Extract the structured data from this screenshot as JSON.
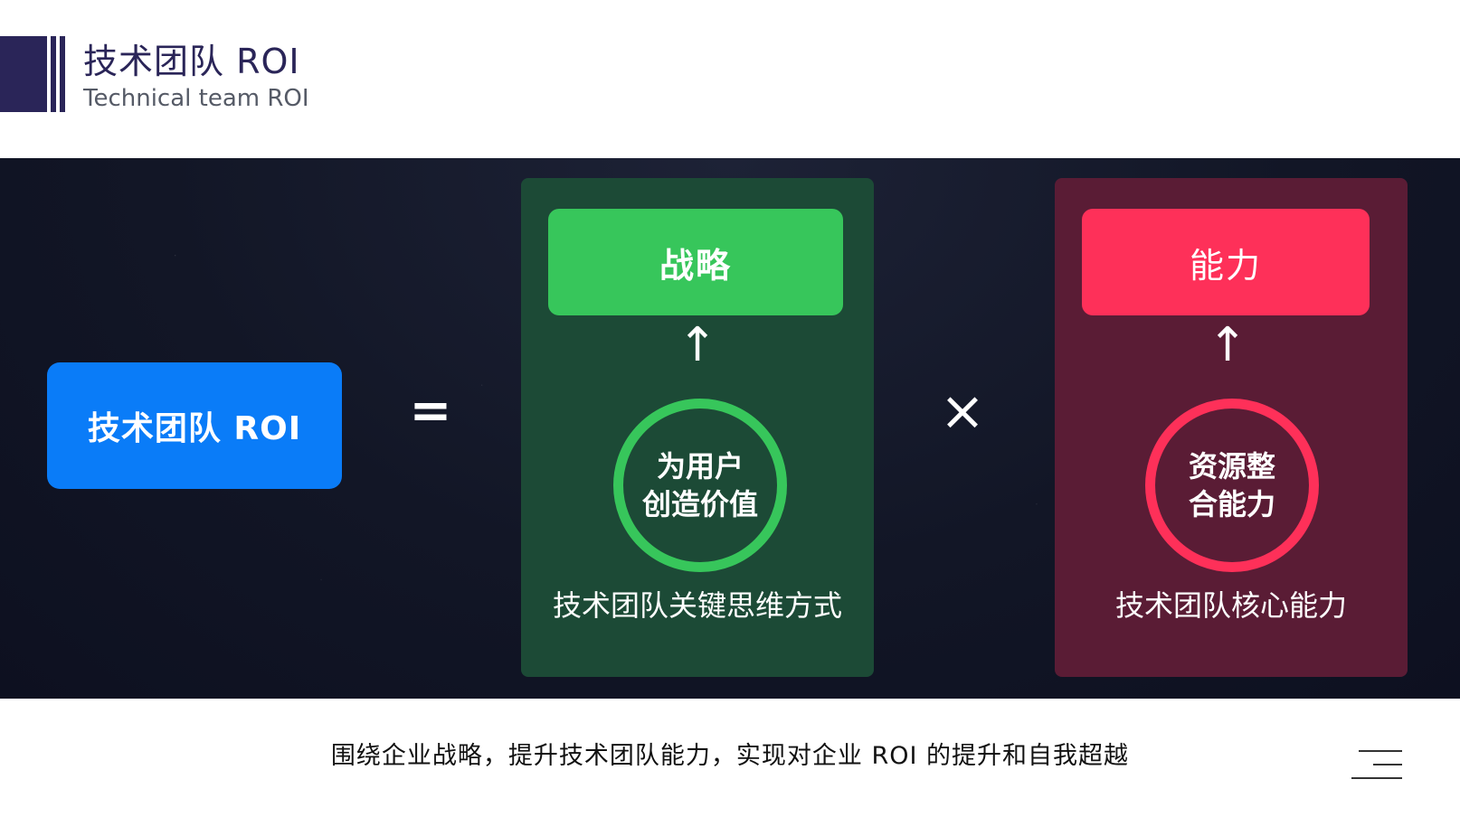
{
  "header": {
    "title": "技术团队 ROI",
    "subtitle": "Technical team ROI"
  },
  "colors": {
    "header_accent": "#2a2558",
    "roi_blue": "#0a7cf8",
    "strategy_green": "#37c65b",
    "ability_red": "#fe3059",
    "banner_bg": "#121626"
  },
  "equation": {
    "roi_label": "技术团队 ROI",
    "equals": "=",
    "times": "×",
    "left_panel": {
      "heading": "战略",
      "arrow": "↑",
      "circle_line1": "为用户",
      "circle_line2": "创造价值",
      "footer": "技术团队关键思维方式"
    },
    "right_panel": {
      "heading": "能力",
      "arrow": "↑",
      "circle_line1": "资源整",
      "circle_line2": "合能力",
      "footer": "技术团队核心能力"
    }
  },
  "caption": "围绕企业战略，提升技术团队能力，实现对企业 ROI 的提升和自我超越",
  "menu_icon": "menu-lines-icon"
}
